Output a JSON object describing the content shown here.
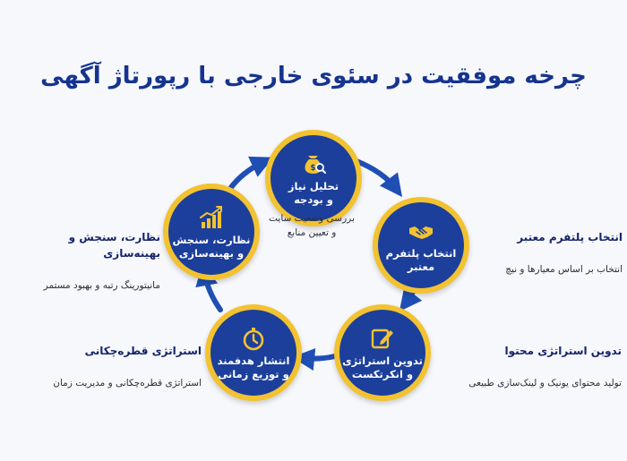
{
  "title": "چرخه موفقیت در سئوی خارجی با رپورتاژ آگهی",
  "center_note": "بررسی وضعیت سایت\nو تعیین منابع",
  "colors": {
    "node_fill": "#1c3f9c",
    "node_ring": "#f2c230",
    "arrow": "#1f4fb5",
    "title": "#16348f"
  },
  "steps": [
    {
      "label": "تحلیل نیاز\nو بودجه",
      "icon": "money-bag-search-icon"
    },
    {
      "label": "انتخاب پلتفرم\nمعتبر",
      "icon": "handshake-icon",
      "note_title": "انتخاب پلتفرم معتبر",
      "note_desc": "انتخاب بر اساس معیارها و نیچ"
    },
    {
      "label": "تدوین استراتژی\nو انکرتکست",
      "icon": "edit-note-icon",
      "note_title": "تدوین استراتژی محتوا",
      "note_desc": "تولید محتوای یونیک و لینک‌سازی طبیعی"
    },
    {
      "label": "انتشار هدفمند\nو توزیع زمانی",
      "icon": "stopwatch-icon",
      "note_title": "استراتژی قطره‌چکانی",
      "note_desc": "استراتژی قطره‌چکانی و مدیریت زمان"
    },
    {
      "label": "نظارت، سنجش\nو بهینه‌سازی",
      "icon": "growth-chart-icon",
      "note_title": "نظارت، سنجش و بهینه‌سازی",
      "note_desc": "مانیتورینگ رتبه و بهبود مستمر"
    }
  ]
}
